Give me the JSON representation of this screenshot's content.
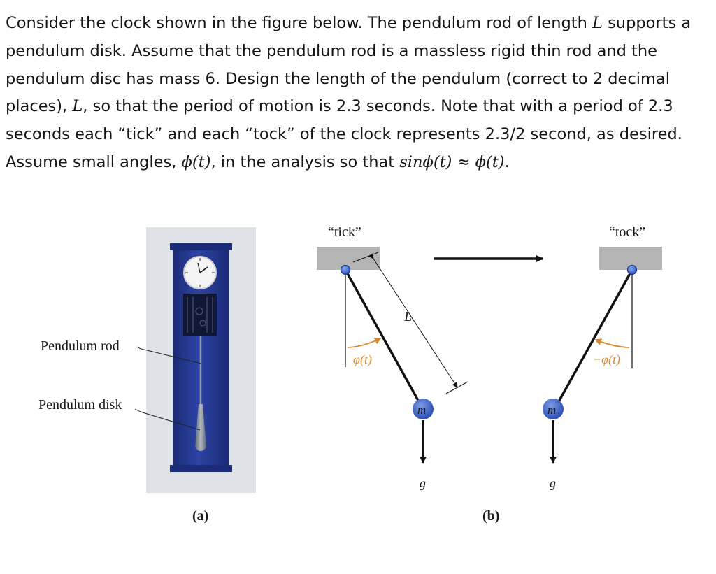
{
  "problem": {
    "line1_a": "Consider the clock shown in the figure below. The pendulum rod of length ",
    "var_L": "L",
    "line1_b": " supports a pendulum disk. Assume that the pendulum rod is a massless rigid thin rod and the pendulum disc has mass 6. Design the length of the pendulum (correct to 2 decimal places), ",
    "line3_b": ", so that the period of motion is 2.3 seconds. Note that with a period of 2.3 seconds each “tick” and each “tock” of the clock represents 2.3/2 second, as desired. Assume small angles, ",
    "phi_t": "ϕ(t)",
    "line6_b": ", in the analysis so that ",
    "sin_expr": "sinϕ(t)",
    "approx": " ≈ ",
    "phi_t2": "ϕ(t)",
    "end": "."
  },
  "figure_a": {
    "label_rod": "Pendulum rod",
    "label_disk": "Pendulum disk",
    "caption": "(a)"
  },
  "figure_b": {
    "tick": "“tick”",
    "tock": "“tock”",
    "length": "L",
    "angle_left": "φ(t)",
    "angle_right": "−φ(t)",
    "mass_left": "m",
    "mass_right": "m",
    "gravity_left": "g",
    "gravity_right": "g",
    "caption": "(b)"
  },
  "colors": {
    "ceiling": "#b4b4b4",
    "pivot": "#3f64c9",
    "mass": "#3c5fc4",
    "angle_arrow": "#d9872b",
    "clock_case": "#24388e",
    "photo_bg": "#dfe3e7"
  }
}
